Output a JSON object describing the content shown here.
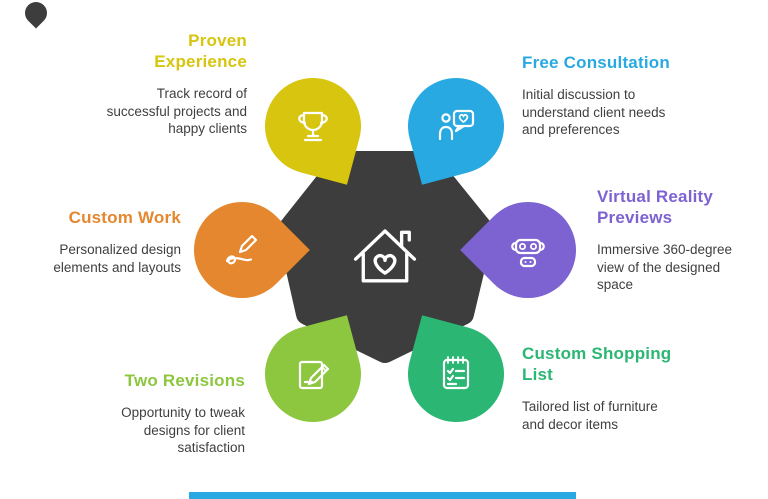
{
  "theme": {
    "background": "#ffffff",
    "text_color": "#3f3f3f"
  },
  "center": {
    "color": "#3d3d3d",
    "icon": "house-heart-icon"
  },
  "decorations": {
    "top_pin_color": "#3d3d3d",
    "bottom_bar_color": "#29a9e1"
  },
  "items": [
    {
      "id": "proven-experience",
      "title_lines": [
        "Proven",
        "Experience"
      ],
      "description_lines": [
        "Track record of",
        "successful projects and",
        "happy clients"
      ],
      "color": "#d7c50f",
      "icon": "trophy-icon"
    },
    {
      "id": "free-consultation",
      "title_lines": [
        "Free Consultation"
      ],
      "description_lines": [
        "Initial discussion to",
        "understand client needs",
        "and preferences"
      ],
      "color": "#29a9e1",
      "icon": "person-chat-heart-icon"
    },
    {
      "id": "virtual-reality-previews",
      "title_lines": [
        "Virtual Reality",
        "Previews"
      ],
      "description_lines": [
        "Immersive 360-degree",
        "view of the designed",
        "space"
      ],
      "color": "#7d62d1",
      "icon": "vr-headset-icon"
    },
    {
      "id": "custom-shopping-list",
      "title_lines": [
        "Custom Shopping",
        "List"
      ],
      "description_lines": [
        "Tailored list of furniture",
        "and decor items"
      ],
      "color": "#2bb673",
      "icon": "checklist-icon"
    },
    {
      "id": "two-revisions",
      "title_lines": [
        "Two Revisions"
      ],
      "description_lines": [
        "Opportunity to tweak",
        "designs for client",
        "satisfaction"
      ],
      "color": "#8dc63f",
      "icon": "pencil-document-icon"
    },
    {
      "id": "custom-work",
      "title_lines": [
        "Custom Work"
      ],
      "description_lines": [
        "Personalized design",
        "elements and layouts"
      ],
      "color": "#e4872e",
      "icon": "pen-squiggle-icon"
    }
  ]
}
